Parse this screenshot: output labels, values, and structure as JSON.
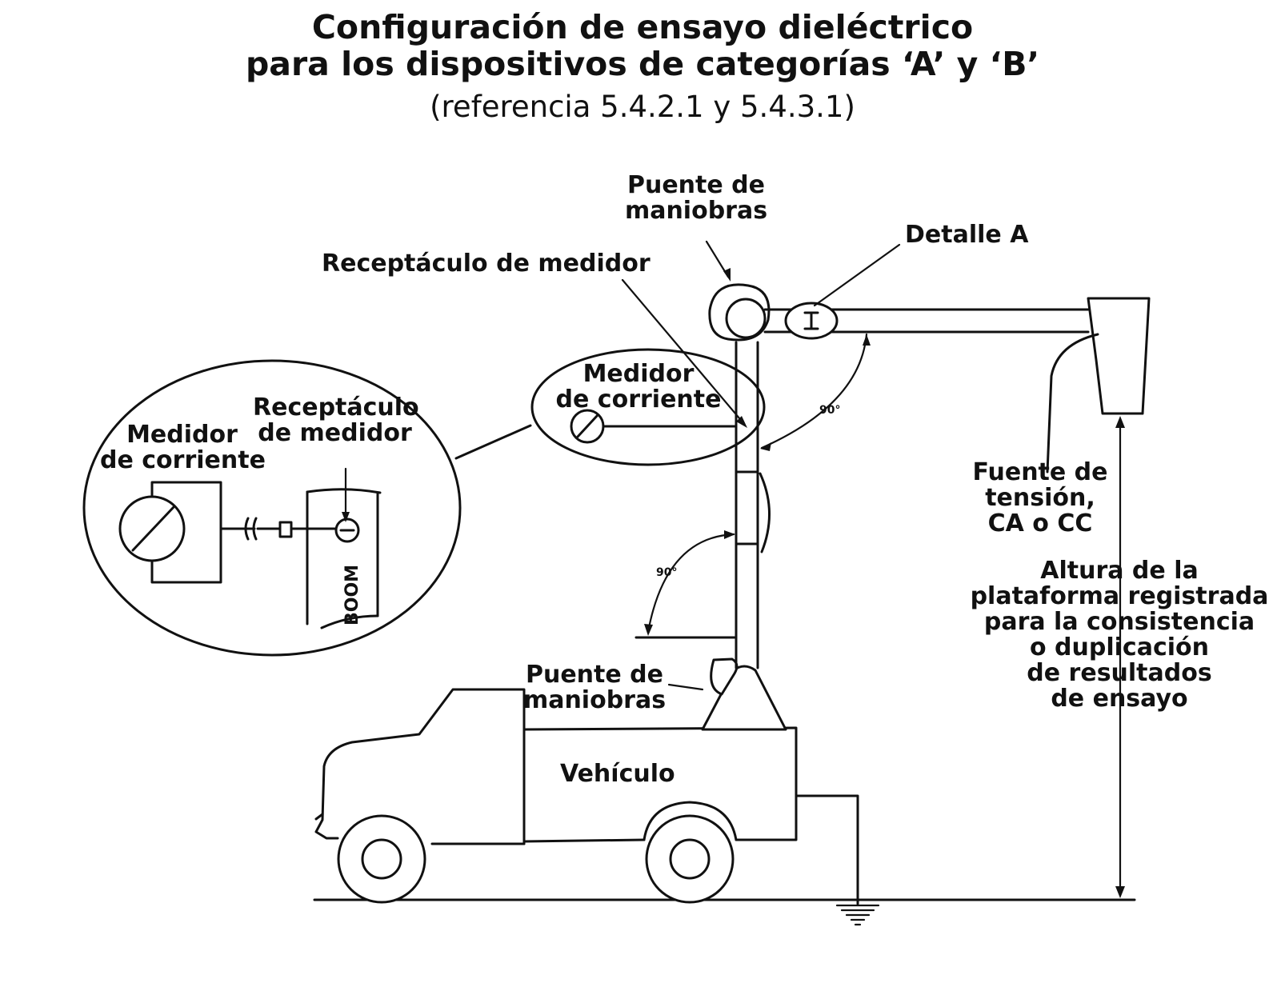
{
  "title": {
    "line1": "Configuración de ensayo dieléctrico",
    "line2": "para los dispositivos de categorías ‘A’ y ‘B’"
  },
  "subtitle": "(referencia 5.4.2.1 y 5.4.3.1)",
  "labels": {
    "puente_top": [
      "Puente de",
      "maniobras"
    ],
    "detalle_a": "Detalle A",
    "receptaculo_top": "Receptáculo de medidor",
    "medidor_mid": [
      "Medidor",
      "de corriente"
    ],
    "detail_medidor": [
      "Medidor",
      "de corriente"
    ],
    "detail_receptaculo": [
      "Receptáculo",
      "de medidor"
    ],
    "boom": "BOOM",
    "fuente": [
      "Fuente de",
      "tensión,",
      "CA o CC"
    ],
    "altura": [
      "Altura de la",
      "plataforma registrada",
      "para la consistencia",
      "o duplicación",
      "de resultados",
      "de ensayo"
    ],
    "puente_bottom": [
      "Puente de",
      "maniobras"
    ],
    "vehiculo": "Vehículo",
    "angle_upper": "90°",
    "angle_lower": "90°"
  },
  "icons": [
    "current-meter-icon",
    "ground-symbol-icon"
  ],
  "colors": {
    "line": "#111111",
    "background": "#ffffff"
  }
}
